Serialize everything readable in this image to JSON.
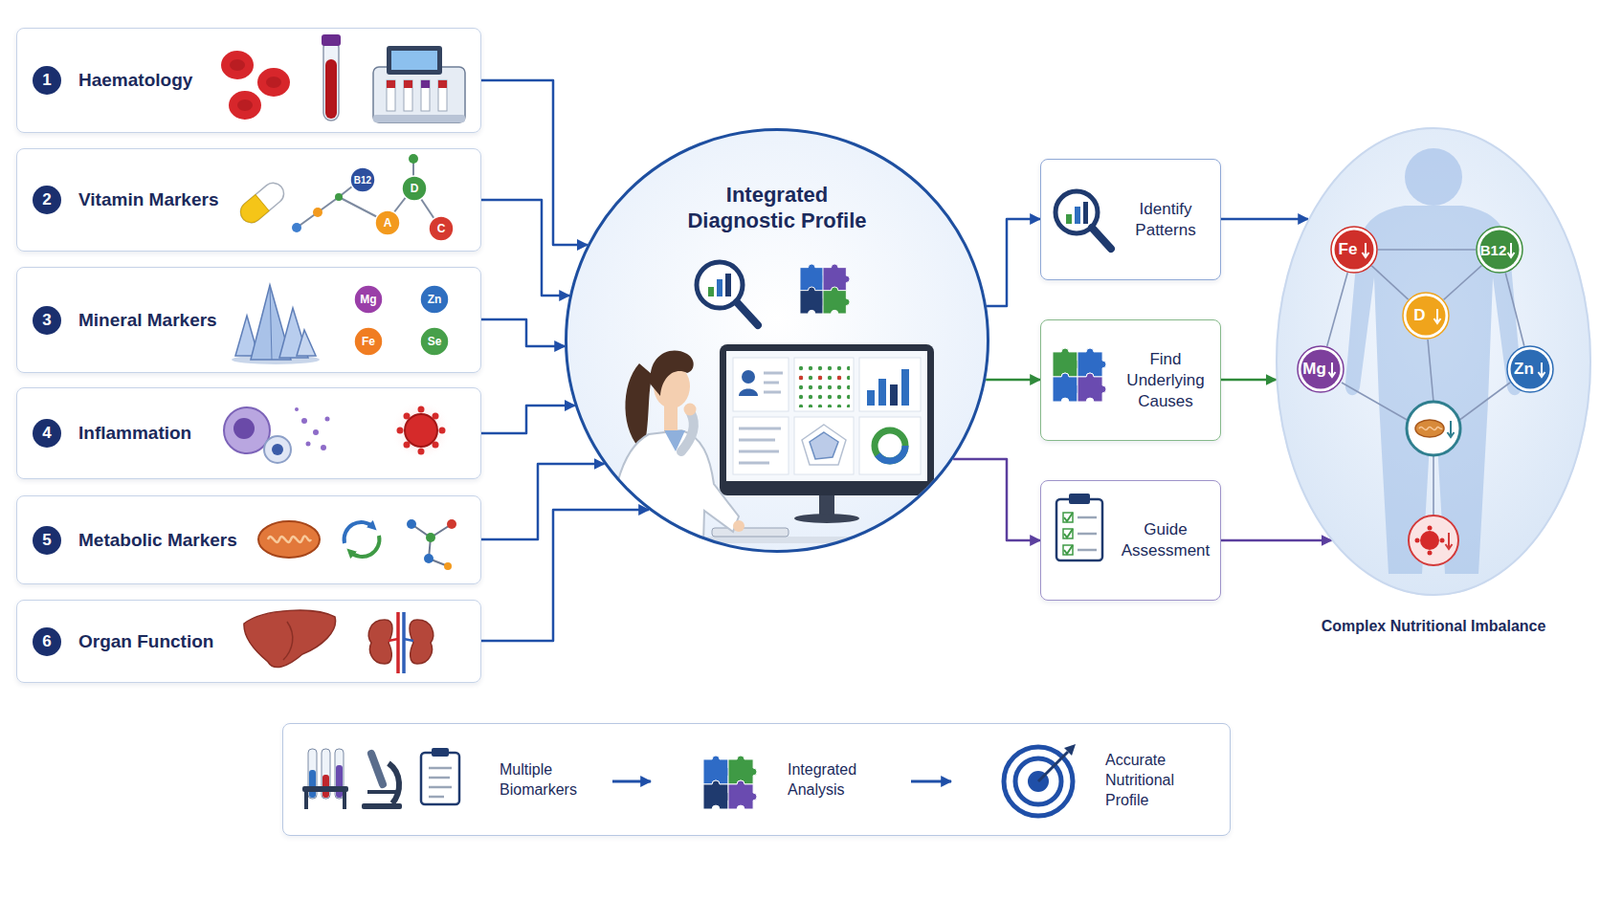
{
  "diagram": {
    "nodes": [
      {
        "text": [
          "1",
          "Haematology"
        ]
      },
      {
        "text": [
          "2",
          "Vitamin Markers"
        ]
      },
      {
        "text": [
          "B12"
        ],
        "in": 1
      },
      {
        "text": [
          "D"
        ],
        "in": 1
      },
      {
        "text": [
          "A"
        ],
        "in": 1
      },
      {
        "text": [
          "C"
        ],
        "in": 1
      },
      {
        "text": [
          "3",
          "Mineral Markers"
        ]
      },
      {
        "text": [
          "Mg"
        ],
        "in": 6
      },
      {
        "text": [
          "Zn"
        ],
        "in": 6
      },
      {
        "text": [
          "Fe"
        ],
        "in": 6
      },
      {
        "text": [
          "Se"
        ],
        "in": 6
      },
      {
        "text": [
          "4",
          "Inflammation"
        ]
      },
      {
        "text": [
          "5",
          "Metabolic Markers"
        ]
      },
      {
        "text": [
          "6",
          "Organ Function"
        ]
      },
      {
        "text": [
          "Integrated Diagnostic Profile"
        ]
      },
      {
        "text": [
          "Identify Patterns"
        ]
      },
      {
        "text": [
          "Find Underlying Causes"
        ]
      },
      {
        "text": [
          "Guide Assessment"
        ]
      },
      {
        "text": [
          "Complex Nutritional Imbalance"
        ]
      },
      {
        "text": [
          "Fe"
        ],
        "in": 18
      },
      {
        "text": [
          "B12"
        ],
        "in": 18
      },
      {
        "text": [
          "D"
        ],
        "in": 18
      },
      {
        "text": [
          "Mg"
        ],
        "in": 18
      },
      {
        "text": [
          "Zn"
        ],
        "in": 18
      },
      {
        "text": [
          "Multiple Biomarkers",
          "Integrated Analysis",
          "Accurate Nutritional Profile"
        ]
      }
    ],
    "edges": [
      {
        "from": 0,
        "to": 14,
        "arrow": "to"
      },
      {
        "from": 1,
        "to": 14,
        "arrow": "to"
      },
      {
        "from": 6,
        "to": 14,
        "arrow": "to"
      },
      {
        "from": 11,
        "to": 14,
        "arrow": "to"
      },
      {
        "from": 12,
        "to": 14,
        "arrow": "to"
      },
      {
        "from": 13,
        "to": 14,
        "arrow": "to"
      },
      {
        "from": 14,
        "to": 15,
        "arrow": "to"
      },
      {
        "from": 14,
        "to": 16,
        "arrow": "to"
      },
      {
        "from": 14,
        "to": 17,
        "arrow": "to"
      },
      {
        "from": 15,
        "to": 18,
        "arrow": "to"
      },
      {
        "from": 16,
        "to": 18,
        "arrow": "to"
      },
      {
        "from": 17,
        "to": 18,
        "arrow": "to"
      },
      {
        "from": 19,
        "to": 20,
        "arrow": "none"
      },
      {
        "from": 19,
        "to": 21,
        "arrow": "none"
      },
      {
        "from": 20,
        "to": 21,
        "arrow": "none"
      },
      {
        "from": 19,
        "to": 22,
        "arrow": "none"
      },
      {
        "from": 20,
        "to": 23,
        "arrow": "none"
      }
    ]
  }
}
